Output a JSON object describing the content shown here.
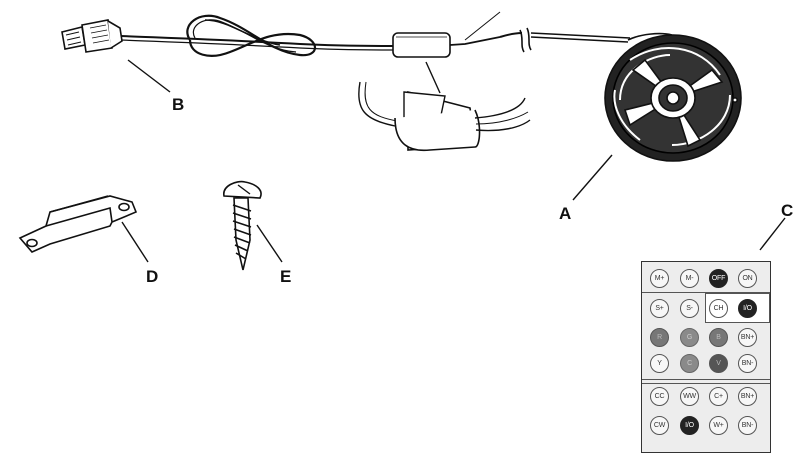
{
  "labels": {
    "a": "A",
    "b": "B",
    "c": "C",
    "d": "D",
    "e": "E"
  },
  "remote": {
    "rows": [
      [
        "M+",
        "M-",
        "OFF",
        "ON"
      ],
      [
        "S+",
        "S-",
        "CH",
        "I/O"
      ],
      [
        "R",
        "G",
        "B",
        "BN+"
      ],
      [
        "Y",
        "C",
        "V",
        "BN-"
      ],
      [
        "CC",
        "WW",
        "C+",
        "BN+"
      ],
      [
        "CW",
        "I/O",
        "W+",
        "BN-"
      ]
    ]
  }
}
